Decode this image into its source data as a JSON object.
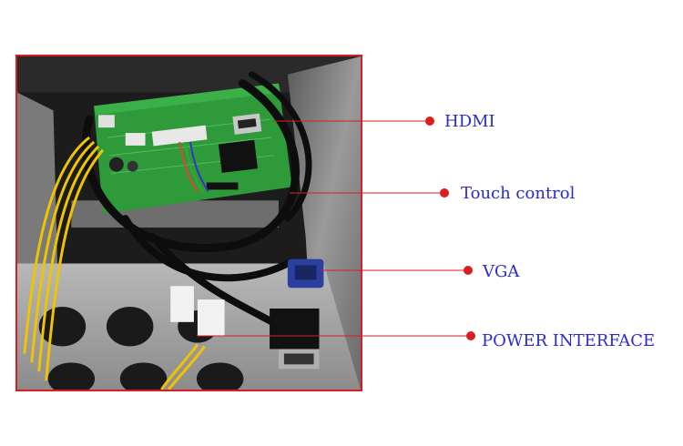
{
  "colors": {
    "frame_border": "#d81e1e",
    "leader_line": "#d81e1e",
    "label_text": "#2a2ad0",
    "pcb_green": "#2f9a3a"
  },
  "callouts": [
    {
      "id": "hdmi",
      "label": "HDMI"
    },
    {
      "id": "touch",
      "label": "Touch control"
    },
    {
      "id": "vga",
      "label": "VGA"
    },
    {
      "id": "power",
      "label": "POWER INTERFACE"
    }
  ]
}
